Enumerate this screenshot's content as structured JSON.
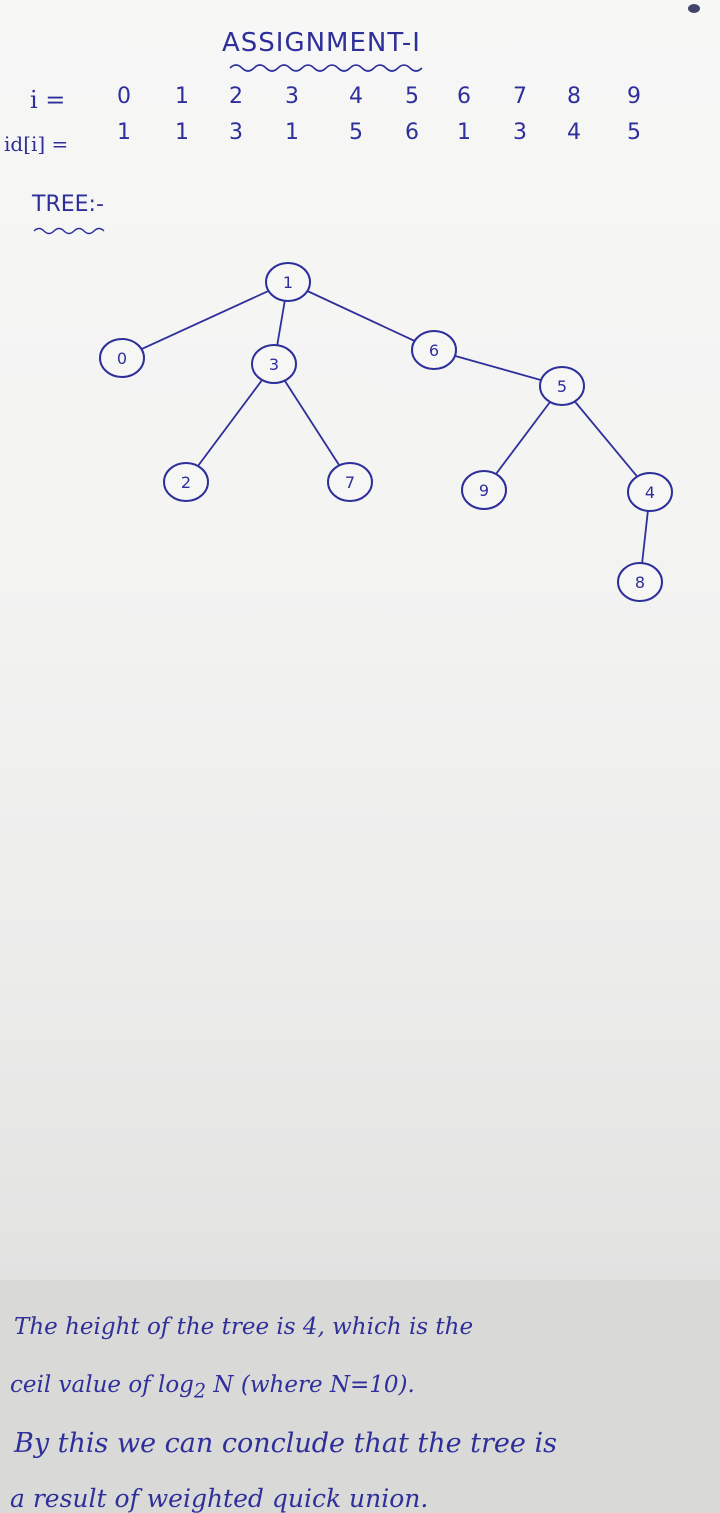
{
  "assignment": {
    "title": "ASSIGNMENT-I"
  },
  "index_table": {
    "row_i_label": "i =",
    "row_id_label": "id[i] =",
    "i": [
      "0",
      "1",
      "2",
      "3",
      "4",
      "5",
      "6",
      "7",
      "8",
      "9"
    ],
    "id": [
      "1",
      "1",
      "3",
      "1",
      "5",
      "6",
      "1",
      "3",
      "4",
      "5"
    ]
  },
  "tree": {
    "label": "TREE:-",
    "nodes": [
      "1",
      "0",
      "3",
      "6",
      "5",
      "2",
      "7",
      "9",
      "4",
      "8"
    ],
    "edges": [
      [
        "1",
        "0"
      ],
      [
        "1",
        "3"
      ],
      [
        "1",
        "6"
      ],
      [
        "3",
        "2"
      ],
      [
        "3",
        "7"
      ],
      [
        "6",
        "5"
      ],
      [
        "5",
        "9"
      ],
      [
        "5",
        "4"
      ],
      [
        "4",
        "8"
      ]
    ]
  },
  "conclusion": {
    "line1": "The height of the tree is 4, which is the",
    "line2_a": "ceil value of log",
    "line2_sub": "2",
    "line2_b": " N (where N=10).",
    "line3": "By this we can conclude that the tree is",
    "line4": "a result of weighted quick union."
  },
  "colors": {
    "ink": "#2e2f9a",
    "paper": "#f5f5f4"
  }
}
